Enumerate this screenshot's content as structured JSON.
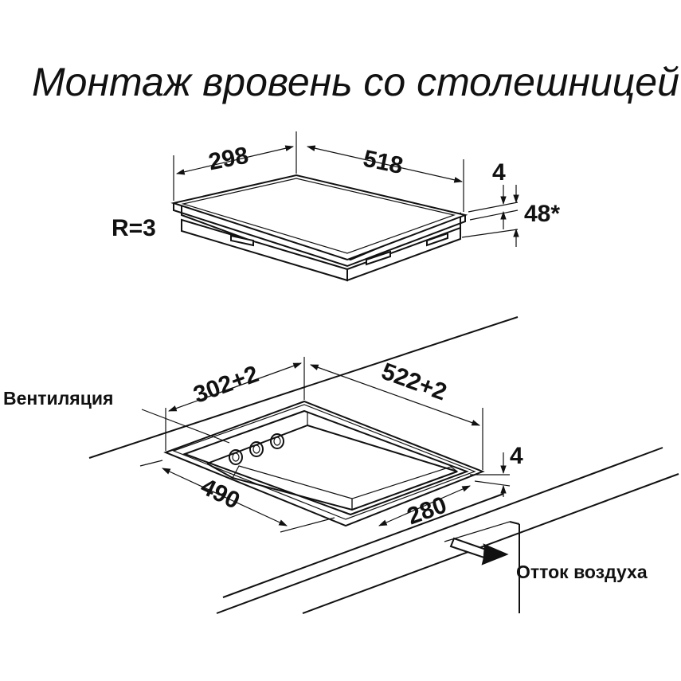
{
  "title": "Монтаж вровень со столешницей",
  "top_view": {
    "dim_depth": "298",
    "dim_width": "518",
    "dim_step": "4",
    "dim_height": "48*",
    "radius": "R=3"
  },
  "bottom_view": {
    "dim_cut_depth": "302+2",
    "dim_cut_width": "522+2",
    "dim_recess": "4",
    "dim_inner_width": "490",
    "dim_inner_depth": "280",
    "label_ventilation": "Вентиляция",
    "label_airflow": "Отток воздуха"
  }
}
